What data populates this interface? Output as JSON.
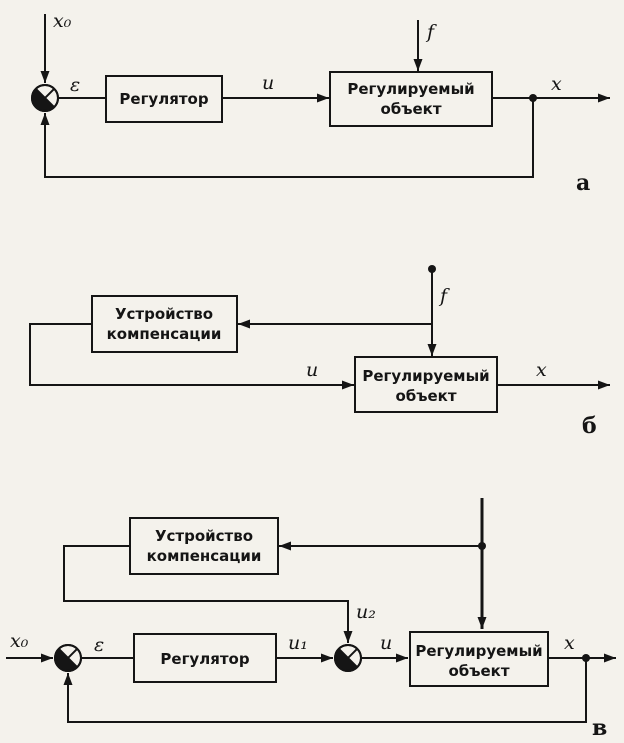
{
  "figure": {
    "background_color": "#f4f2ec",
    "ink_color": "#151515"
  },
  "diagram_a": {
    "caption": "а",
    "setpoint": "x₀",
    "error": "ε",
    "regulator": "Регулятор",
    "control": "u",
    "disturbance": "f",
    "object_line1": "Регулируемый",
    "object_line2": "объект",
    "output": "x"
  },
  "diagram_b": {
    "caption": "б",
    "disturbance": "f",
    "compensator_line1": "Устройство",
    "compensator_line2": "компенсации",
    "control": "u",
    "object_line1": "Регулируемый",
    "object_line2": "объект",
    "output": "x"
  },
  "diagram_v": {
    "caption": "в",
    "setpoint": "x₀",
    "error": "ε",
    "regulator": "Регулятор",
    "control1": "u₁",
    "control2": "u₂",
    "control": "u",
    "compensator_line1": "Устройство",
    "compensator_line2": "компенсации",
    "object_line1": "Регулируемый",
    "object_line2": "объект",
    "output": "x"
  }
}
